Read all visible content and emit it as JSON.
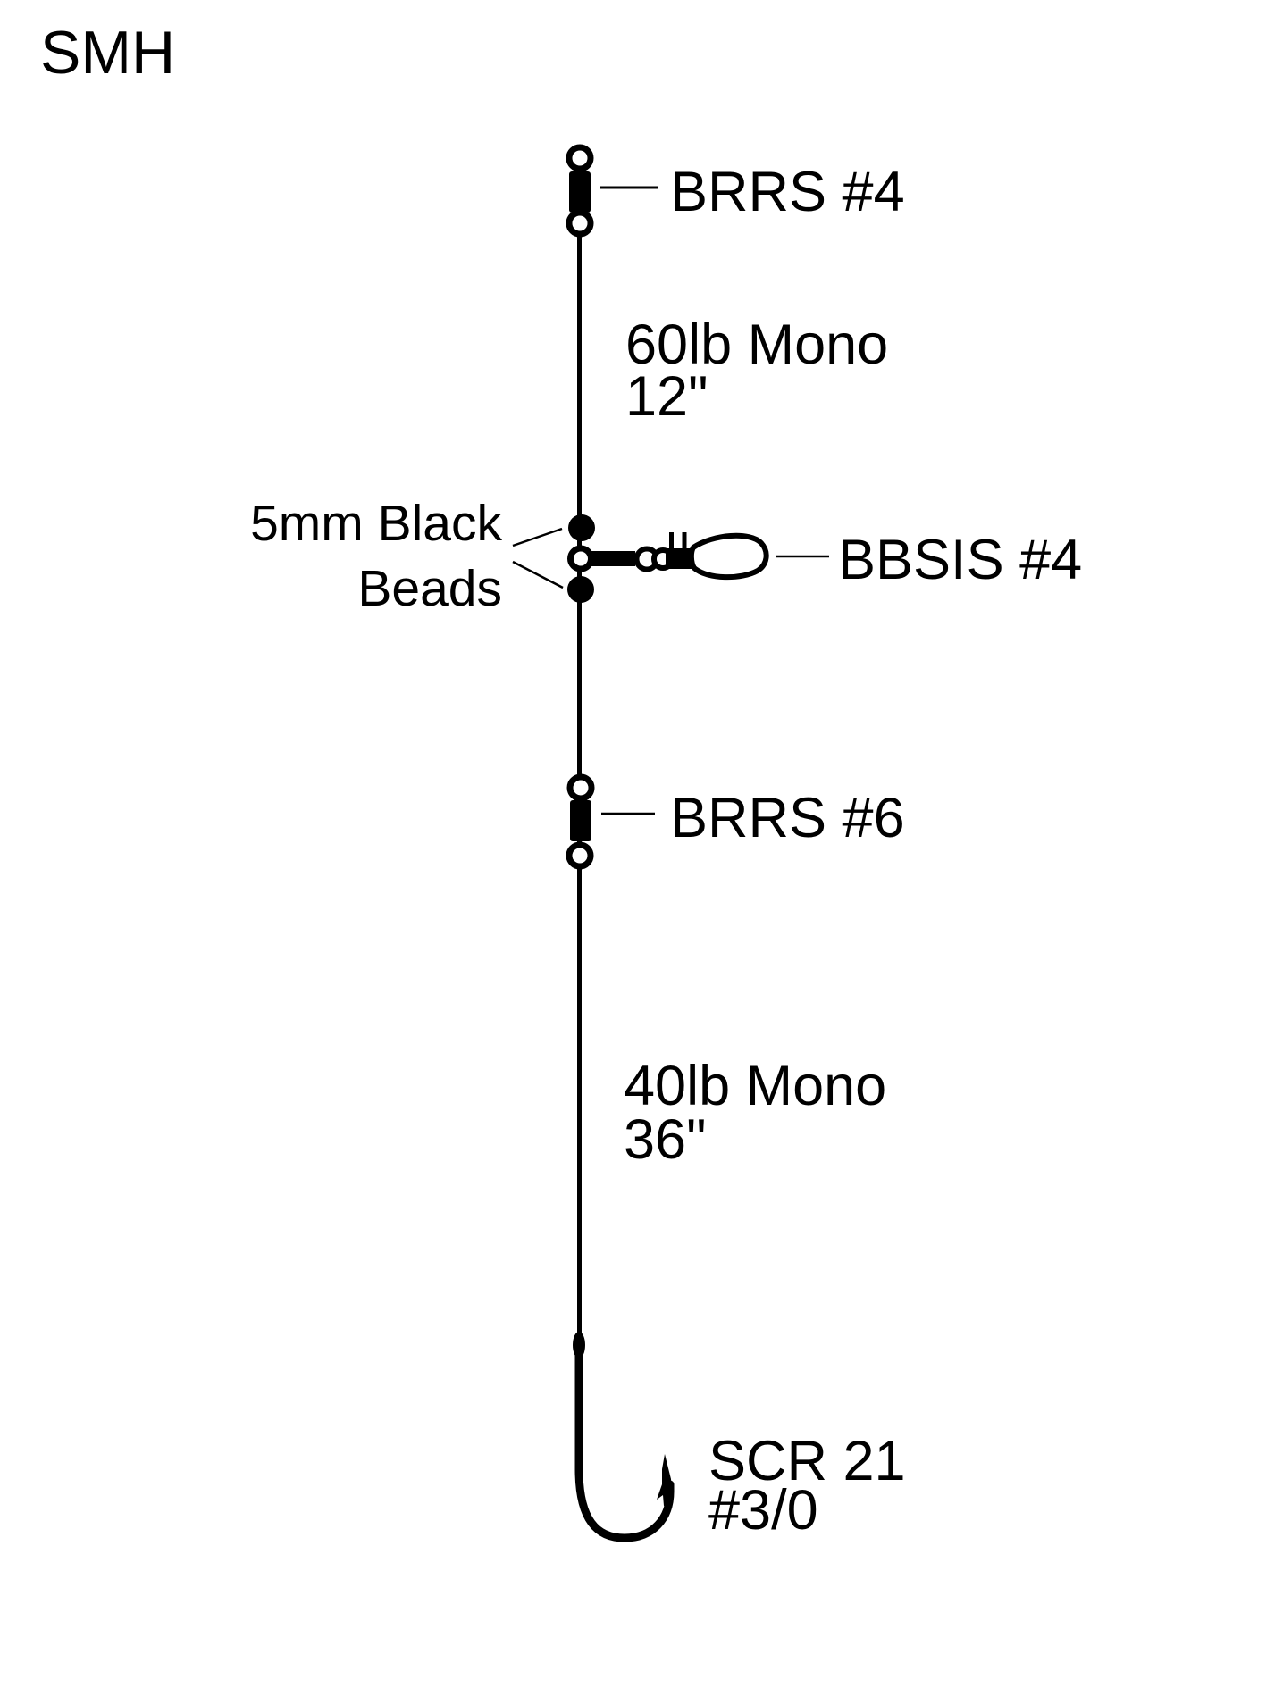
{
  "title": "SMH",
  "rig": {
    "top_swivel": {
      "label": "BRRS #4",
      "type": "barrel-swivel"
    },
    "upper_leader": {
      "line1": "60lb Mono",
      "line2": "12\""
    },
    "beads": {
      "line1": "5mm Black",
      "line2": "Beads",
      "count": 2
    },
    "snap_swivel": {
      "label": "BBSIS #4",
      "type": "snap-swivel"
    },
    "mid_swivel": {
      "label": "BRRS #6",
      "type": "barrel-swivel"
    },
    "lower_leader": {
      "line1": "40lb Mono",
      "line2": "36\""
    },
    "hook": {
      "line1": "SCR 21",
      "line2": "#3/0",
      "type": "j-hook"
    }
  },
  "colors": {
    "ink": "#000000",
    "background": "#ffffff"
  }
}
